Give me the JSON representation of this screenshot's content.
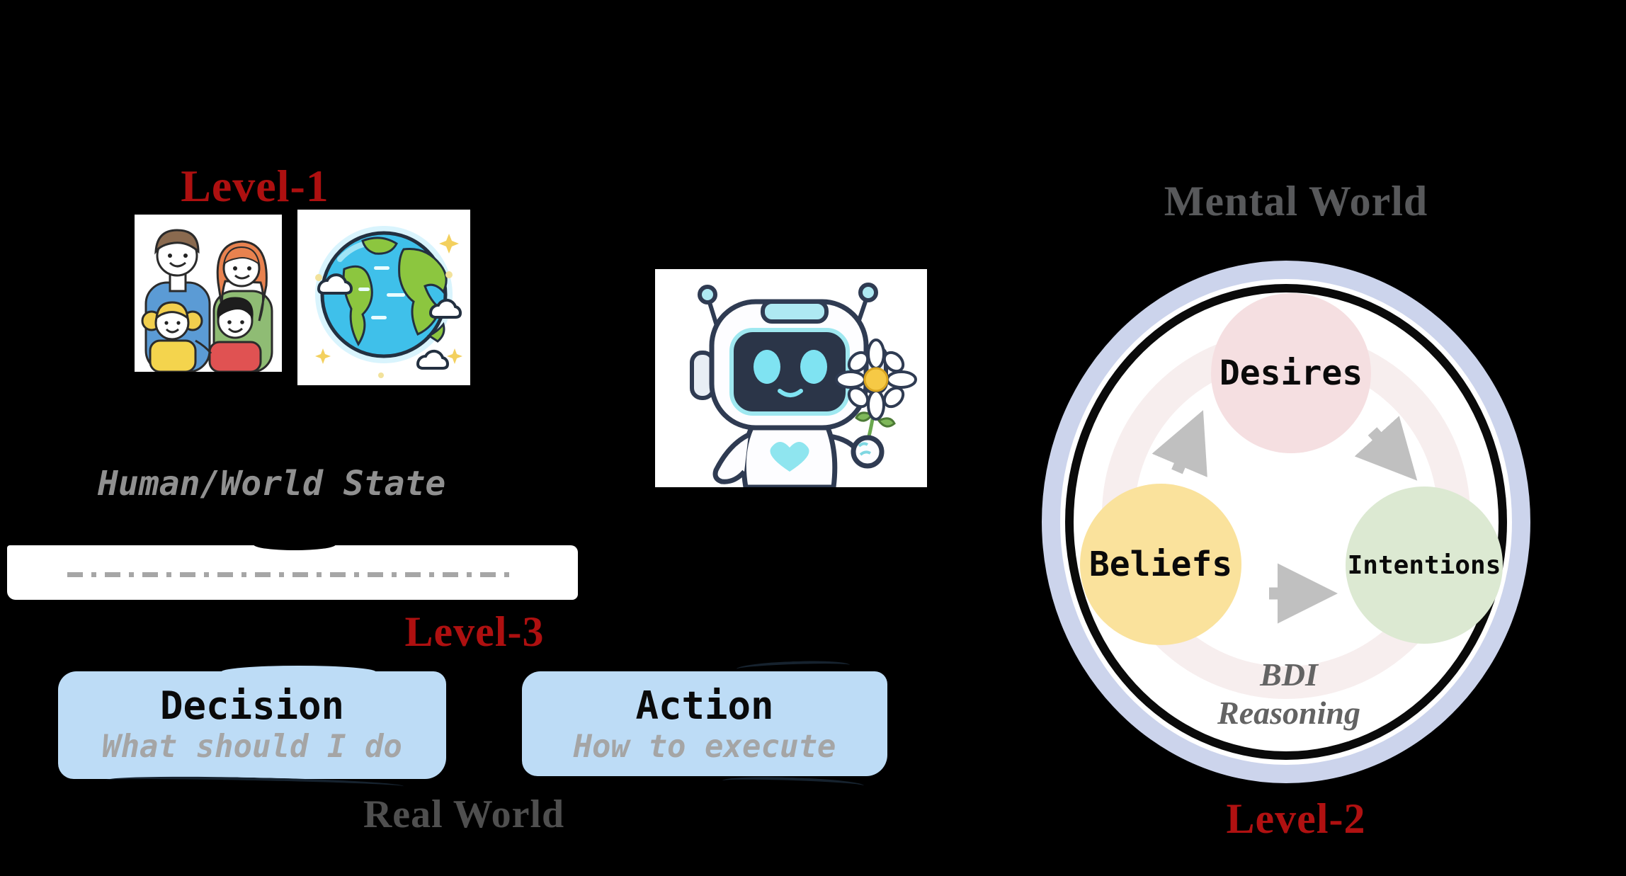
{
  "figure": {
    "description": "Three-level agent diagram: human/world state observed by a robot agent that performs BDI mental reasoning and acts in the real world",
    "background_color": "#000000"
  },
  "labels": {
    "level1": "Level-1",
    "level2": "Level-2",
    "level3": "Level-3",
    "mental_world": "Mental World",
    "real_world": "Real World",
    "human_world_state": "Human/World State",
    "bdi_line1": "BDI",
    "bdi_line2": "Reasoning"
  },
  "boxes": {
    "decision": {
      "title": "Decision",
      "subtitle": "What should I do"
    },
    "action": {
      "title": "Action",
      "subtitle": "How to execute"
    }
  },
  "bdi": {
    "desires": "Desires",
    "beliefs": "Beliefs",
    "intentions": "Intentions"
  },
  "icons": [
    "family-illustration",
    "globe-illustration",
    "robot-illustration",
    "daisy-flower-icon",
    "heart-icon",
    "cycle-arrow-icons"
  ],
  "colors": {
    "level_label_red": "#ae1010",
    "mental_world_gray": "#58595b",
    "real_world_gray": "#4f4f4f",
    "state_text_gray": "#909090",
    "subtitle_gray": "#a5a5a5",
    "box_blue": "#bddcf6",
    "desires_pink": "#f5dfe1",
    "beliefs_yellow": "#fae29c",
    "intentions_green": "#dce9d2",
    "ring_lavender": "#ccd4ec",
    "arrow_gray": "#c0c0c0",
    "dash_line_gray": "#a6a6a6",
    "bar_white": "#ffffff"
  }
}
